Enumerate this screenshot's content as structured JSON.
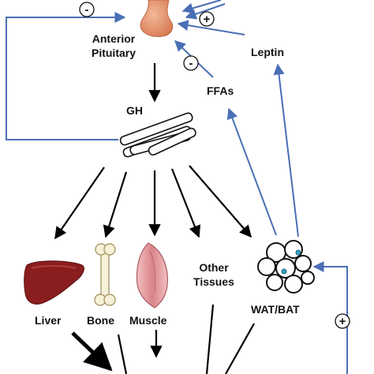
{
  "labels": {
    "anterior_pituitary_line1": "Anterior",
    "anterior_pituitary_line2": "Pituitary",
    "gh": "GH",
    "leptin": "Leptin",
    "ffas": "FFAs",
    "liver": "Liver",
    "bone": "Bone",
    "muscle": "Muscle",
    "other_tissues_line1": "Other",
    "other_tissues_line2": "Tissues",
    "wat_bat": "WAT/BAT"
  },
  "signs": {
    "top_left": "-",
    "top_right": "+",
    "ffa_feedback": "-",
    "bottom_right": "+"
  },
  "colors": {
    "feedback_arrow": "#4a6fb5",
    "black_arrow": "#000000",
    "pituitary": "#e0906a",
    "liver": "#8a1e1e",
    "muscle": "#d98a8a"
  }
}
